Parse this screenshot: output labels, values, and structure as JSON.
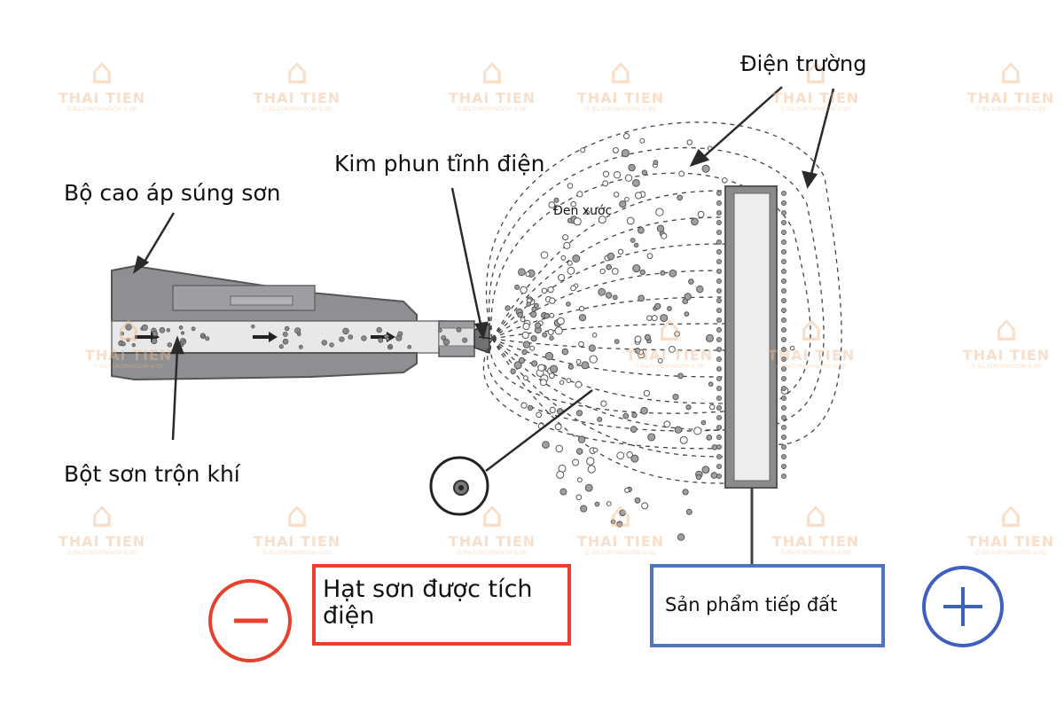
{
  "labels": {
    "high_voltage": "Bộ cao áp súng sơn",
    "nozzle": "Kim phun tĩnh điện",
    "powder_air": "Bột sơn trộn khí",
    "field": "Điện trường",
    "field_lines": "Đen xước",
    "charged_particle": "Hạt sơn được tích điện",
    "grounded_product": "Sản phẩm tiếp đất"
  },
  "symbols": {
    "negative": "−",
    "positive": "+"
  },
  "watermark": {
    "name": "THAI TIEN",
    "tagline": "Ổ đĩa EUROWINDOW & BĐ"
  },
  "colors": {
    "negative": "#e5412d",
    "positive": "#3e5fbf",
    "gun_body": "#8d8f92",
    "particles": "#8a8a8a",
    "product": "#8b8b8b"
  }
}
